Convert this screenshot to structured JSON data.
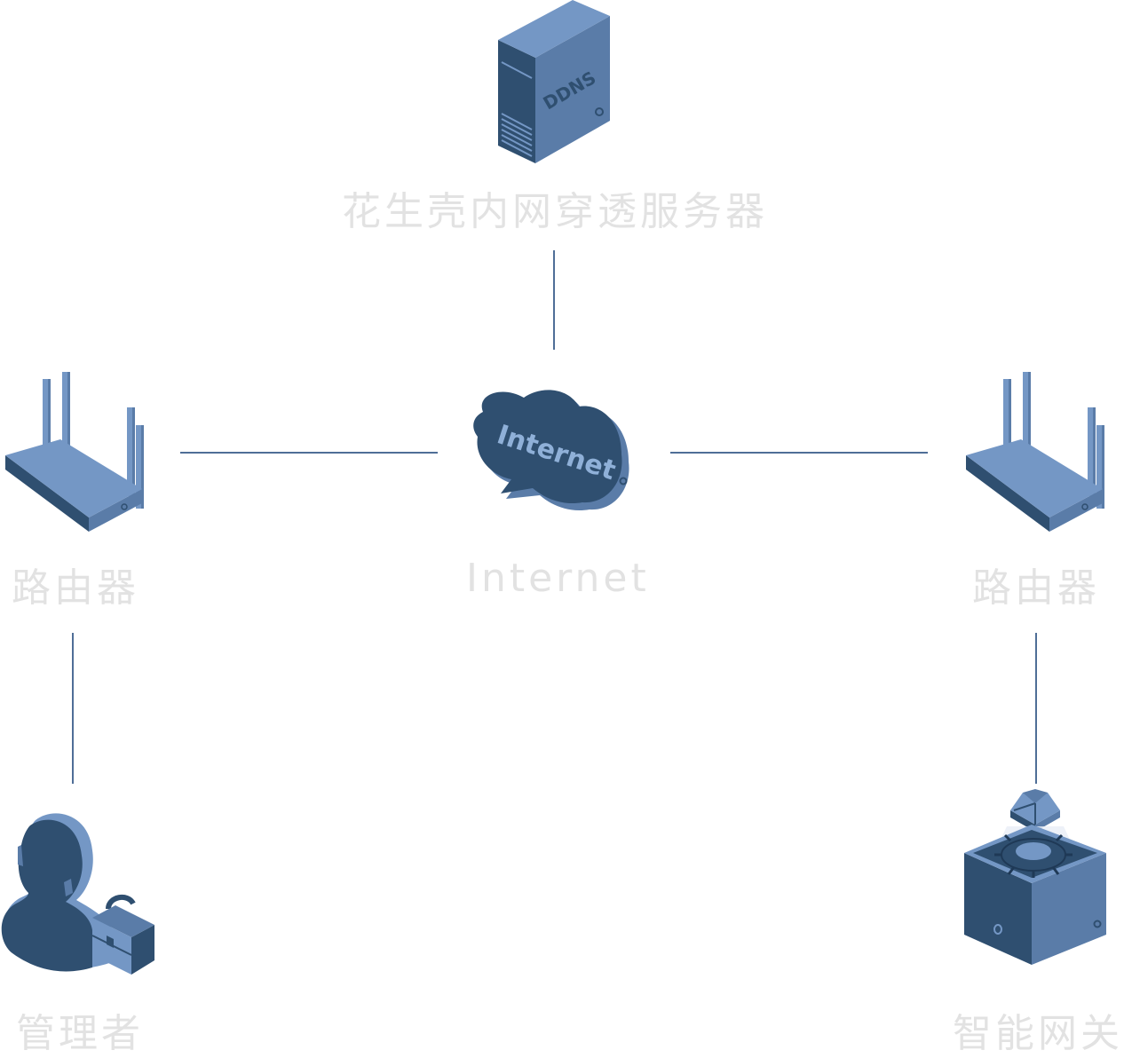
{
  "diagram": {
    "nodes": {
      "server": {
        "label": "花生壳内网穿透服务器",
        "icon": "ddns-server-icon",
        "icon_text": "DDNS"
      },
      "internet": {
        "label": "Internet",
        "icon": "internet-cloud-icon",
        "icon_text": "Internet"
      },
      "router_left": {
        "label": "路由器",
        "icon": "router-icon"
      },
      "router_right": {
        "label": "路由器",
        "icon": "router-icon"
      },
      "admin": {
        "label": "管理者",
        "icon": "admin-person-icon"
      },
      "gateway": {
        "label": "智能网关",
        "icon": "smart-gateway-icon"
      }
    },
    "edges": [
      [
        "server",
        "internet"
      ],
      [
        "router_left",
        "internet"
      ],
      [
        "internet",
        "router_right"
      ],
      [
        "router_left",
        "admin"
      ],
      [
        "router_right",
        "gateway"
      ]
    ],
    "colors": {
      "line": "#4f6e97",
      "label": "#e2e2e2",
      "icon_light": "#7497c5",
      "icon_mid": "#5a7ca8",
      "icon_dark": "#2f4f70"
    }
  }
}
